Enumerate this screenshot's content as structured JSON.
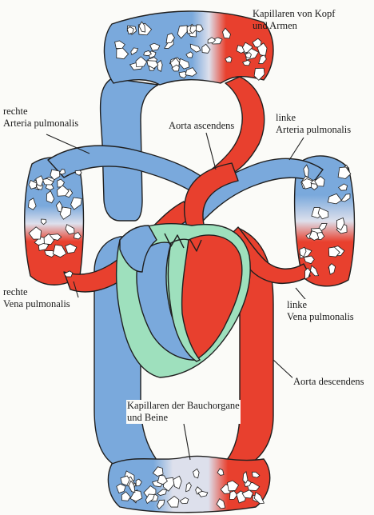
{
  "colors": {
    "arterial": "#e8402e",
    "venous": "#7aa9dc",
    "heart_chamber": "#9ee0bd",
    "capillary_light": "#dde0ec",
    "outline": "#1f1f1f"
  },
  "labels": {
    "capillaries_head_arms": {
      "line1": "Kapillaren von Kopf",
      "line2": "und Armen"
    },
    "right_pulmonary_artery": {
      "line1": "rechte",
      "line2": "Arteria pulmonalis"
    },
    "aorta_ascendens": {
      "line1": "Aorta ascendens"
    },
    "left_pulmonary_artery": {
      "line1": "linke",
      "line2": "Arteria pulmonalis"
    },
    "right_pulmonary_vein": {
      "line1": "rechte",
      "line2": "Vena pulmonalis"
    },
    "left_pulmonary_vein": {
      "line1": "linke",
      "line2": "Vena pulmonalis"
    },
    "aorta_descendens": {
      "line1": "Aorta descendens"
    },
    "capillaries_abdomen_legs": {
      "line1": "Kapillaren der Bauchorgane",
      "line2": "und Beine"
    }
  }
}
